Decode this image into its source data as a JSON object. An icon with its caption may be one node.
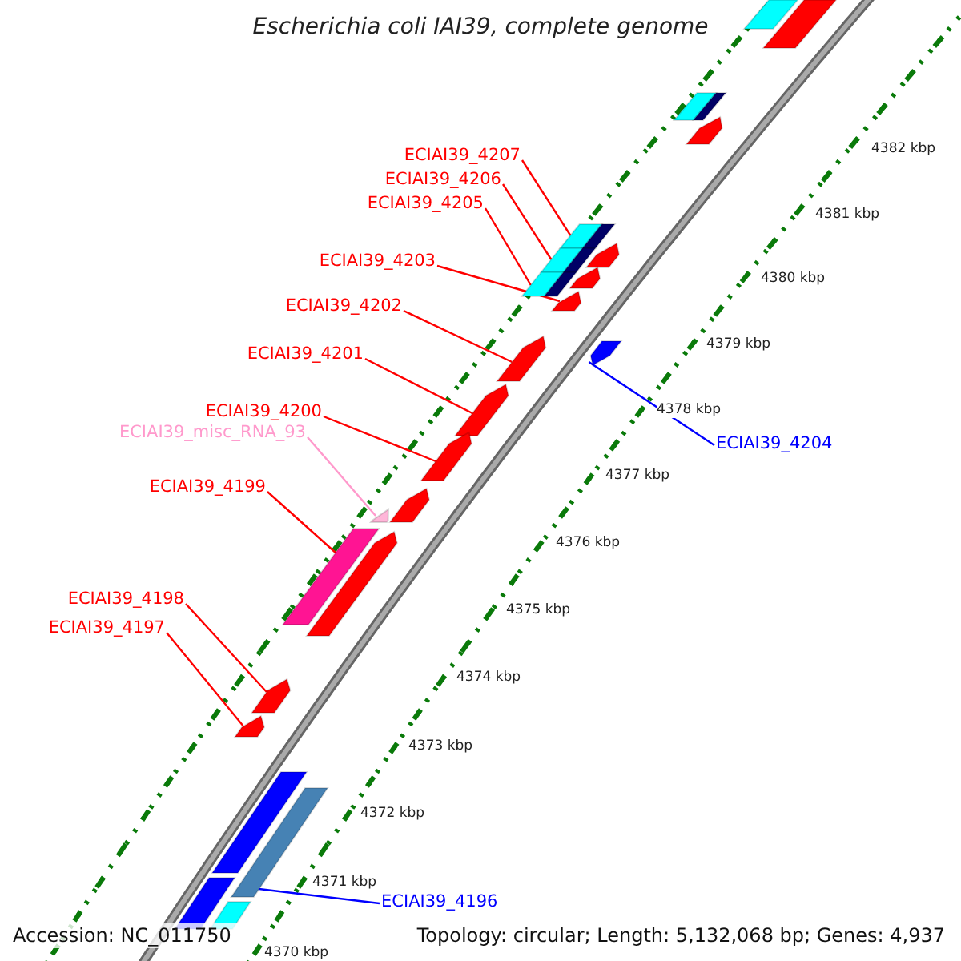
{
  "diagram": {
    "title": "Escherichia coli IAI39, complete genome",
    "nodes": [
      {
        "text": [
          "ECIAI39_4207"
        ]
      },
      {
        "text": [
          "ECIAI39_4206"
        ]
      },
      {
        "text": [
          "ECIAI39_4205"
        ]
      },
      {
        "text": [
          "ECIAI39_4203"
        ]
      },
      {
        "text": [
          "ECIAI39_4202"
        ]
      },
      {
        "text": [
          "ECIAI39_4201"
        ]
      },
      {
        "text": [
          "ECIAI39_4200"
        ]
      },
      {
        "text": [
          "ECIAI39_misc_RNA_93"
        ]
      },
      {
        "text": [
          "ECIAI39_4204"
        ]
      },
      {
        "text": [
          "ECIAI39_4199"
        ]
      },
      {
        "text": [
          "ECIAI39_4198"
        ]
      },
      {
        "text": [
          "ECIAI39_4197"
        ]
      },
      {
        "text": [
          "ECIAI39_4196"
        ]
      },
      {
        "text": [],
        "shape": "bar"
      },
      {
        "text": [],
        "shape": "bar"
      },
      {
        "text": [],
        "shape": "bar"
      },
      {
        "text": [],
        "shape": "arrow"
      },
      {
        "text": [],
        "shape": "bar"
      },
      {
        "text": [],
        "shape": "arrow"
      },
      {
        "text": [],
        "shape": "bar"
      },
      {
        "text": [],
        "shape": "arrow"
      },
      {
        "text": [],
        "shape": "bar"
      },
      {
        "text": [],
        "shape": "arrow"
      },
      {
        "text": [],
        "shape": "arrow"
      },
      {
        "text": [],
        "shape": "arrow"
      },
      {
        "text": [],
        "shape": "arrow"
      },
      {
        "text": [],
        "shape": "arrow"
      },
      {
        "text": [],
        "shape": "arrow"
      },
      {
        "text": [],
        "shape": "arrow"
      },
      {
        "text": [],
        "shape": "bar"
      },
      {
        "text": [],
        "shape": "arrow"
      },
      {
        "text": [],
        "shape": "arrow"
      },
      {
        "text": [],
        "shape": "arrow"
      },
      {
        "text": [],
        "shape": "bar"
      },
      {
        "text": [],
        "shape": "bar"
      },
      {
        "text": [],
        "shape": "bar"
      },
      {
        "text": [],
        "shape": "bar"
      }
    ],
    "edges": [
      {
        "from": 0,
        "to": 17,
        "arrow": "none"
      },
      {
        "from": 1,
        "to": 19,
        "arrow": "none"
      },
      {
        "from": 2,
        "to": 21,
        "arrow": "none"
      },
      {
        "from": 3,
        "to": 22,
        "arrow": "none"
      },
      {
        "from": 4,
        "to": 23,
        "arrow": "none"
      },
      {
        "from": 5,
        "to": 25,
        "arrow": "none"
      },
      {
        "from": 6,
        "to": 26,
        "arrow": "none"
      },
      {
        "from": 7,
        "to": 28,
        "arrow": "none",
        "color": "#ff99cc"
      },
      {
        "from": 8,
        "to": 24,
        "arrow": "none",
        "color": "#0000ff"
      },
      {
        "from": 9,
        "to": 29,
        "arrow": "none"
      },
      {
        "from": 10,
        "to": 31,
        "arrow": "none"
      },
      {
        "from": 11,
        "to": 32,
        "arrow": "none"
      },
      {
        "from": 12,
        "to": 34,
        "arrow": "none",
        "color": "#0000ff"
      }
    ],
    "labels": [
      "4382 kbp",
      "4381 kbp",
      "4380 kbp",
      "4379 kbp",
      "4378 kbp",
      "4377 kbp",
      "4376 kbp",
      "4375 kbp",
      "4374 kbp",
      "4373 kbp",
      "4372 kbp",
      "4371 kbp",
      "4370 kbp",
      "Accession: NC_011750",
      "Topology: circular; Length: 5,132,068 bp; Genes: 4,937"
    ]
  }
}
